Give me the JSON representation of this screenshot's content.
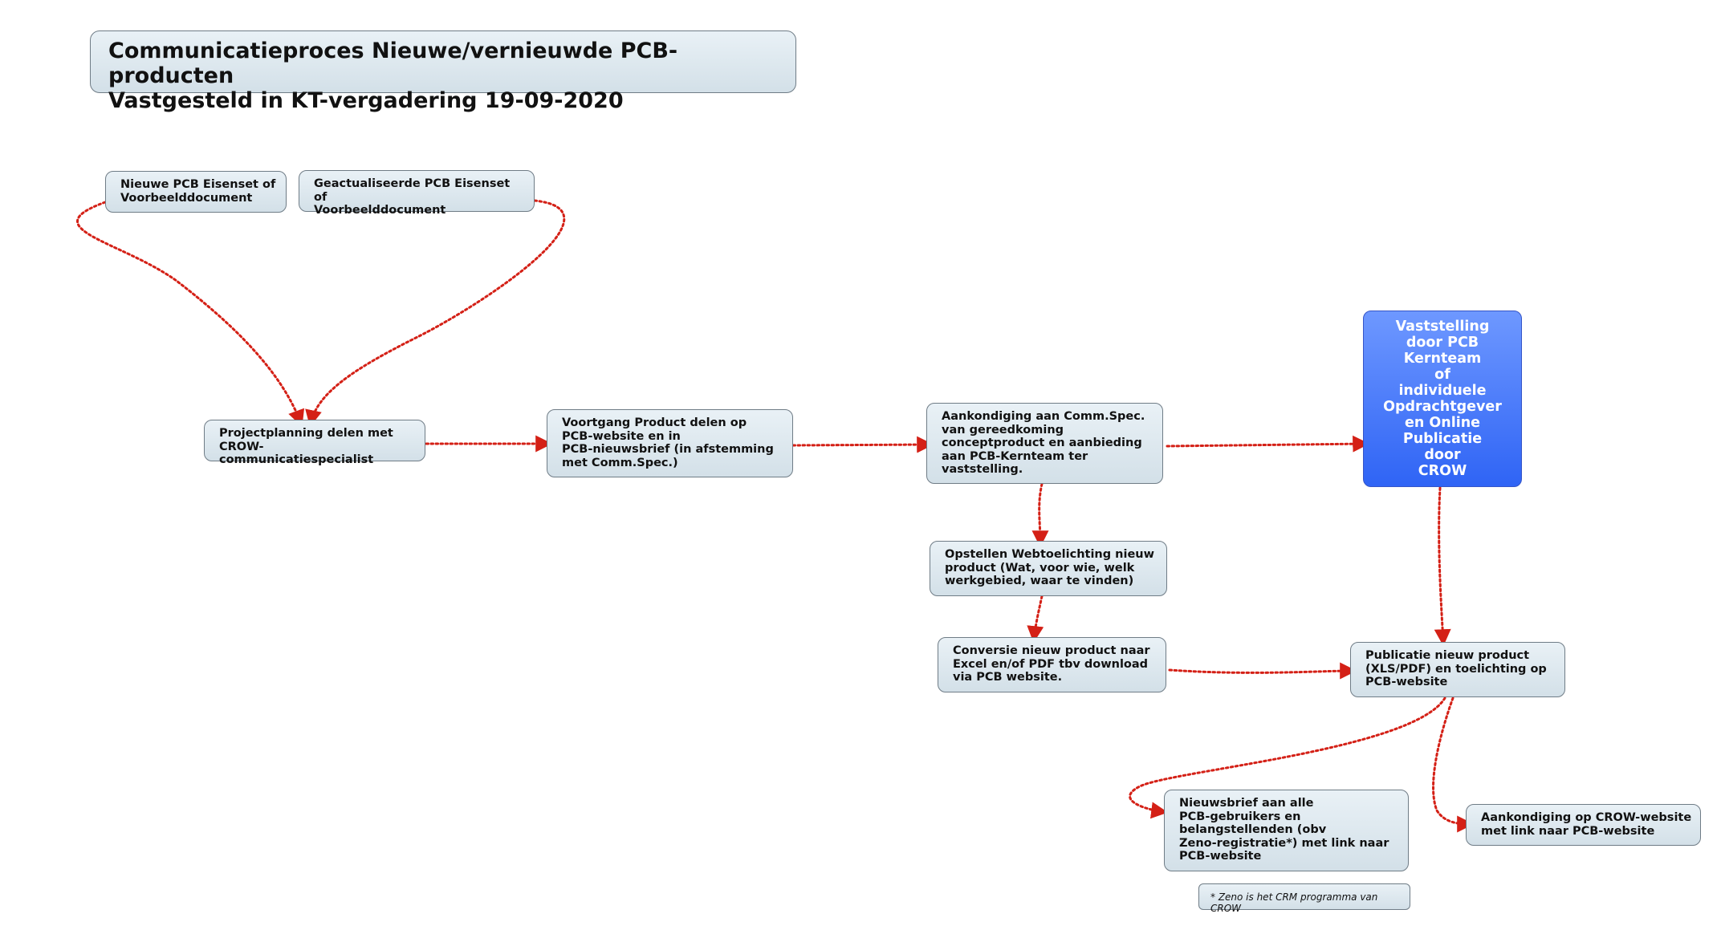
{
  "title": {
    "line1": "Communicatieproces  Nieuwe/vernieuwde PCB-producten",
    "line2": "Vastgesteld in KT-vergadering 19-09-2020"
  },
  "nodes": {
    "nieuwe_pcb": "Nieuwe PCB Eisenset of\nVoorbeelddocument",
    "geactualiseerde_pcb": "Geactualiseerde PCB Eisenset of\nVoorbeelddocument",
    "projectplanning": "Projectplanning delen met\nCROW-communicatiespecialist",
    "voortgang": "Voortgang Product delen op\nPCB-website en in\nPCB-nieuwsbrief (in afstemming\nmet Comm.Spec.)",
    "aankondiging_comm": "Aankondiging aan Comm.Spec.\nvan gereedkoming\nconceptproduct en aanbieding\naan PCB-Kernteam ter\nvaststelling.",
    "vaststelling": "Vaststelling\ndoor PCB\nKernteam\nof\nindividuele\nOpdrachtgever\nen Online\nPublicatie\ndoor\nCROW",
    "webtoelichting": "Opstellen Webtoelichting nieuw\nproduct (Wat, voor wie, welk\nwerkgebied, waar te vinden)",
    "conversie": "Conversie nieuw product naar\nExcel en/of PDF tbv download\nvia PCB website.",
    "publicatie": "Publicatie nieuw product\n(XLS/PDF) en toelichting op\nPCB-website",
    "nieuwsbrief": "Nieuwsbrief aan alle\nPCB-gebruikers en\nbelangstellenden (obv\nZeno-registratie*) met link naar\nPCB-website",
    "aankondiging_crow": "Aankondiging op CROW-website\nmet link naar PCB-website",
    "note_zeno": "* Zeno is het CRM programma van CROW"
  },
  "colors": {
    "connector": "#d42016",
    "box_border": "#6f7c86",
    "box_fill_top": "#e9f1f6",
    "box_fill_bottom": "#d3e0e8",
    "accent_top": "#6e98ff",
    "accent_bottom": "#2f64f5"
  }
}
